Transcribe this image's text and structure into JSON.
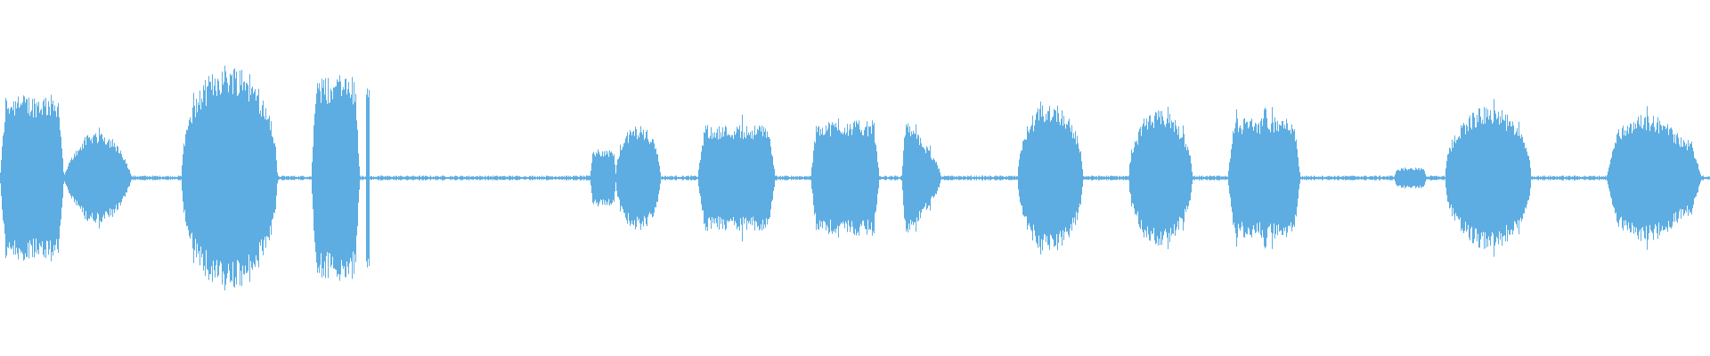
{
  "waveform": {
    "color": "#5DADE2",
    "background": "#ffffff",
    "duration_fraction_note": "",
    "segments": [
      {
        "start": 0.0,
        "end": 0.037,
        "amp": 0.58,
        "shape": "plateau"
      },
      {
        "start": 0.037,
        "end": 0.077,
        "amp": 0.33,
        "shape": "bump"
      },
      {
        "start": 0.106,
        "end": 0.162,
        "amp": 0.8,
        "shape": "hump"
      },
      {
        "start": 0.182,
        "end": 0.21,
        "amp": 0.7,
        "shape": "plateau"
      },
      {
        "start": 0.214,
        "end": 0.216,
        "amp": 0.7,
        "shape": "spike"
      },
      {
        "start": 0.345,
        "end": 0.36,
        "amp": 0.2,
        "shape": "plateau"
      },
      {
        "start": 0.36,
        "end": 0.386,
        "amp": 0.37,
        "shape": "hump"
      },
      {
        "start": 0.408,
        "end": 0.453,
        "amp": 0.37,
        "shape": "plateau"
      },
      {
        "start": 0.474,
        "end": 0.514,
        "amp": 0.4,
        "shape": "plateau"
      },
      {
        "start": 0.527,
        "end": 0.55,
        "amp": 0.42,
        "shape": "fade"
      },
      {
        "start": 0.595,
        "end": 0.633,
        "amp": 0.53,
        "shape": "hump"
      },
      {
        "start": 0.66,
        "end": 0.697,
        "amp": 0.47,
        "shape": "hump"
      },
      {
        "start": 0.718,
        "end": 0.76,
        "amp": 0.42,
        "shape": "plateau"
      },
      {
        "start": 0.815,
        "end": 0.834,
        "amp": 0.07,
        "shape": "plateau"
      },
      {
        "start": 0.845,
        "end": 0.895,
        "amp": 0.5,
        "shape": "hump"
      },
      {
        "start": 0.939,
        "end": 0.995,
        "amp": 0.45,
        "shape": "rising"
      }
    ],
    "noise_floor": 0.015
  }
}
